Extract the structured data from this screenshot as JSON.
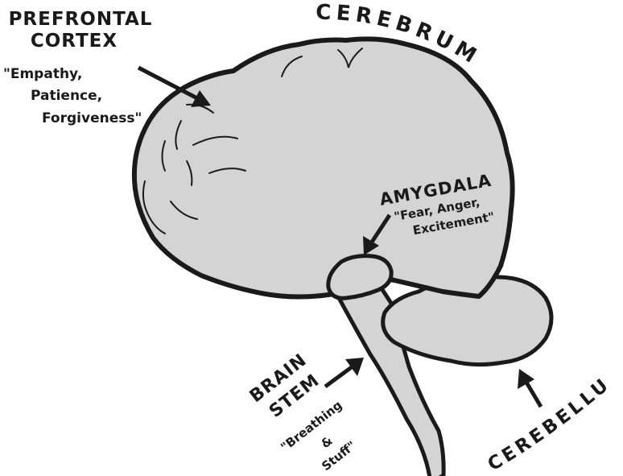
{
  "diagram": {
    "colors": {
      "fill": "#d4d4d4",
      "outline": "#1a1a1a",
      "background": "#ffffff"
    },
    "labels": {
      "prefrontal_line1": "PREFRONTAL",
      "prefrontal_line2": "CORTEX",
      "prefrontal_note1": "\"Empathy,",
      "prefrontal_note2": "Patience,",
      "prefrontal_note3": "Forgiveness\"",
      "cerebrum": "CEREBRUM",
      "amygdala": "AMYGDALA",
      "amygdala_note1": "\"Fear, Anger,",
      "amygdala_note2": "Excitement\"",
      "brain_stem_line1": "BRAIN",
      "brain_stem_line2": "STEM",
      "brain_stem_note1": "\"Breathing",
      "brain_stem_note2": "&",
      "brain_stem_note3": "Stuff\"",
      "cerebellum": "CEREBELLUM"
    }
  }
}
